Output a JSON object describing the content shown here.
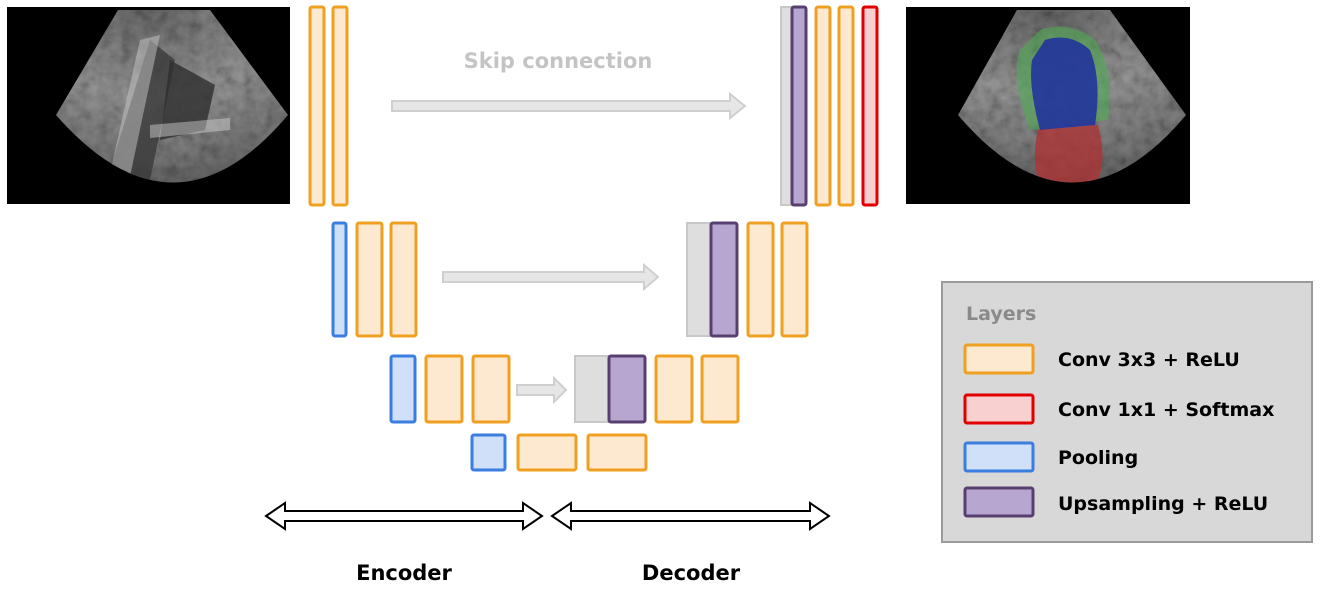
{
  "diagram": {
    "skip_label": "Skip connection",
    "encoder_label": "Encoder",
    "decoder_label": "Decoder"
  },
  "legend": {
    "title": "Layers",
    "items": [
      {
        "label": "Conv 3x3 + ReLU",
        "stroke": "#f0a020",
        "fill": "#fde9d0"
      },
      {
        "label": "Conv 1x1 + Softmax",
        "stroke": "#e00000",
        "fill": "#f8d0d0"
      },
      {
        "label": "Pooling",
        "stroke": "#3a7ee0",
        "fill": "#cfe0f8"
      },
      {
        "label": "Upsampling + ReLU",
        "stroke": "#574070",
        "fill": "#b7a6cf"
      }
    ]
  },
  "colors": {
    "conv": "#f0a020",
    "conv_fill": "#fde9d0",
    "softmax": "#e00000",
    "pool": "#3a7ee0",
    "pool_fill": "#cfe0f8",
    "upsample": "#574070",
    "upsample_fill": "#b7a6cf",
    "skip": "#d4d4d4",
    "skip_block": "#dedede",
    "legend_bg": "#d8d8d8",
    "legend_border": "#9a9a9a",
    "mask_myocardium": "#4caf50",
    "mask_cavity": "#1e2ea0",
    "mask_atrium": "#b03030"
  },
  "images": [
    {
      "name": "input-echocardiogram",
      "kind": "ultrasound image"
    },
    {
      "name": "output-segmentation",
      "kind": "ultrasound image with segmentation overlay"
    }
  ]
}
